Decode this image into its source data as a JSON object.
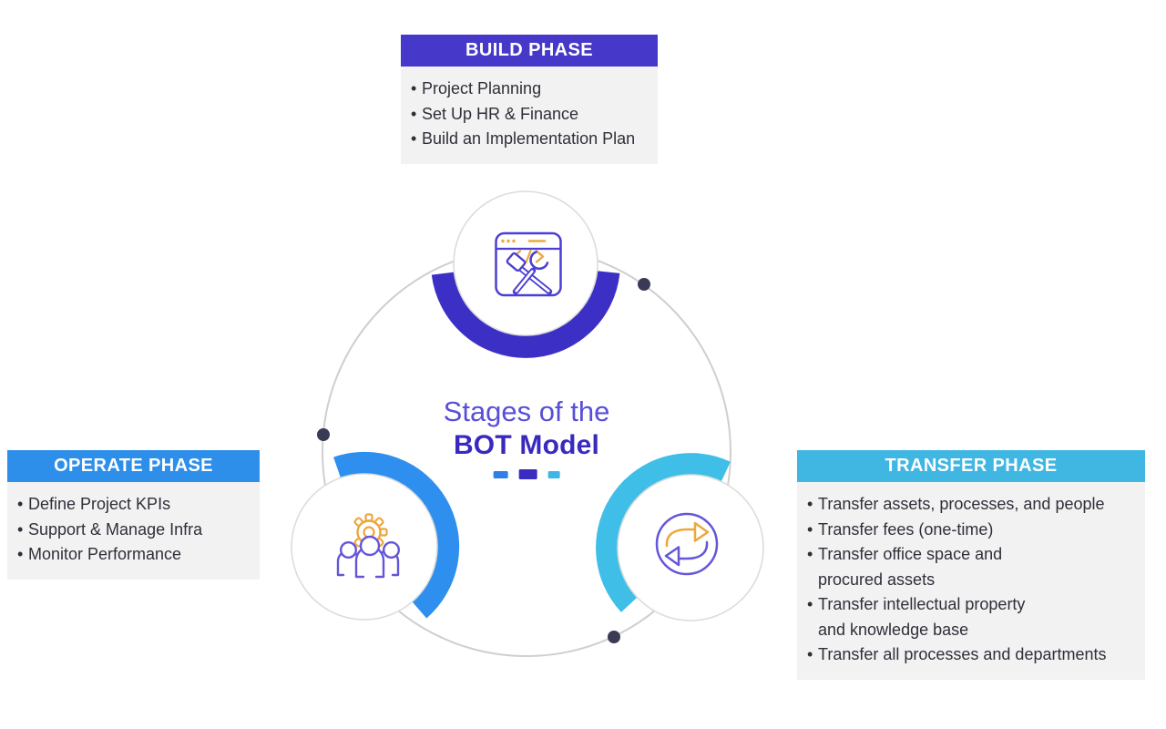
{
  "title": {
    "line1": "Stages of the",
    "line2": "BOT Model",
    "line1_color": "#584fd8",
    "line2_color": "#382abf",
    "dashes": [
      "#2f7fe8",
      "#3a2cc0",
      "#3db7e8"
    ]
  },
  "phases": [
    {
      "id": "build",
      "label": "BUILD PHASE",
      "accent": "#4638c9",
      "items": [
        [
          "Project Planning"
        ],
        [
          "Set Up HR & Finance"
        ],
        [
          "Build an Implementation Plan"
        ]
      ]
    },
    {
      "id": "operate",
      "label": "OPERATE PHASE",
      "accent": "#2d8fe9",
      "items": [
        [
          "Define Project KPIs"
        ],
        [
          "Support & Manage Infra"
        ],
        [
          "Monitor Performance"
        ]
      ]
    },
    {
      "id": "transfer",
      "label": "TRANSFER PHASE",
      "accent": "#40b6e3",
      "items": [
        [
          "Transfer assets, processes, and people"
        ],
        [
          "Transfer fees (one-time)"
        ],
        [
          "Transfer office space and",
          "procured assets"
        ],
        [
          "Transfer intellectual property",
          "and knowledge base"
        ],
        [
          "Transfer all processes and departments"
        ]
      ]
    }
  ],
  "diagram": {
    "ring_color": "#cfcfcf",
    "dot_color": "#3a3a55",
    "arcs": {
      "build": "#3c2fc5",
      "operate": "#2e8fee",
      "transfer": "#3fbfe8"
    },
    "icons": {
      "build": "browser-window-code-and-tools",
      "operate": "team-with-gear",
      "transfer": "swap-arrows"
    },
    "icon_colors": {
      "indigo": "#4b3fd4",
      "purple": "#6456d8",
      "orange": "#eda73d"
    }
  }
}
